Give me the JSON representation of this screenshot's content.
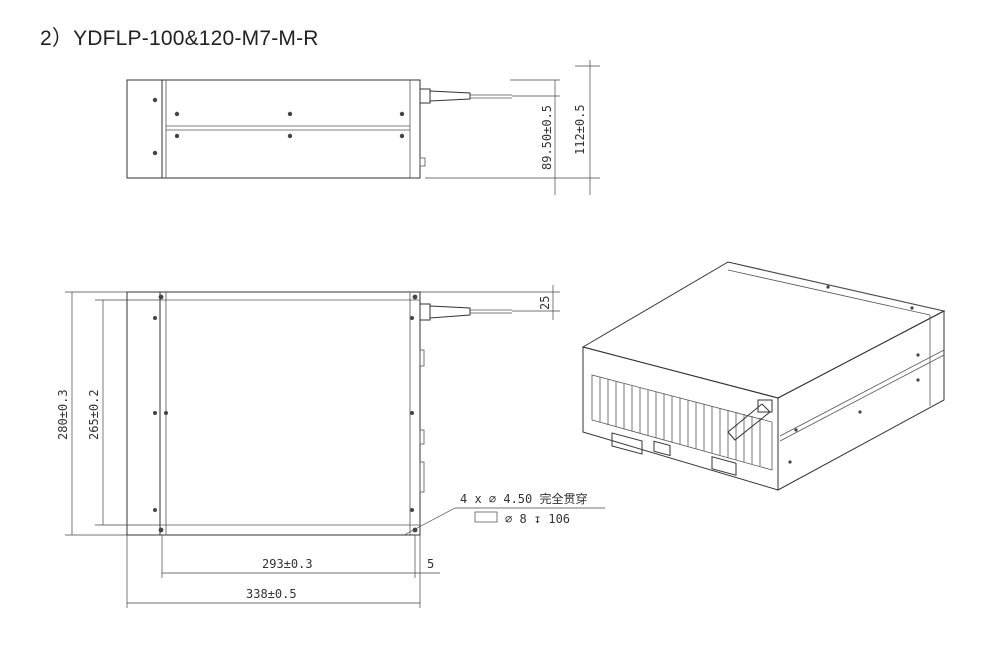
{
  "title": "2）YDFLP-100&120-M7-M-R",
  "dimensions": {
    "side_height_1": "89.50±0.5",
    "side_height_2": "112±0.5",
    "fiber_offset": "25",
    "depth_outer": "280±0.3",
    "depth_inner": "265±0.2",
    "hole_spacing": "293±0.3",
    "edge_offset": "5",
    "width_overall": "338±0.5"
  },
  "hole_note": {
    "line1": "4 x ∅ 4.50 完全贯穿",
    "line2": "∅ 8 ↧ 106"
  }
}
